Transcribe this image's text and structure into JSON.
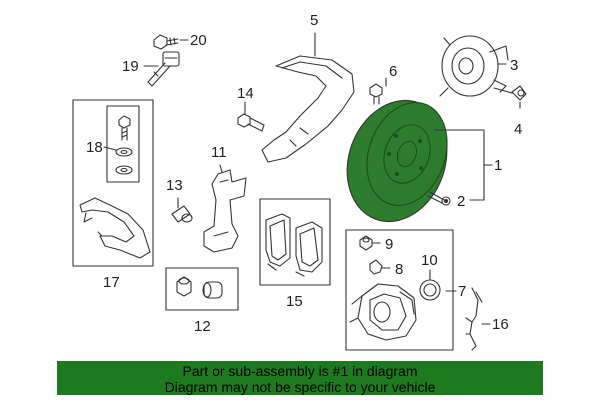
{
  "colors": {
    "line": "#333333",
    "rotor_fill": "#2e7d2e",
    "banner_bg": "#1e7a1e",
    "banner_text": "#000000"
  },
  "callouts": {
    "p1": "1",
    "p2": "2",
    "p3": "3",
    "p4": "4",
    "p5": "5",
    "p6": "6",
    "p7": "7",
    "p8": "8",
    "p9": "9",
    "p10": "10",
    "p11": "11",
    "p12": "12",
    "p13": "13",
    "p14": "14",
    "p15": "15",
    "p16": "16",
    "p17": "17",
    "p18": "18",
    "p19": "19",
    "p20": "20"
  },
  "banner": {
    "line1": "Part or sub-assembly is #1 in diagram",
    "line2": "Diagram may not be specific to your vehicle"
  }
}
